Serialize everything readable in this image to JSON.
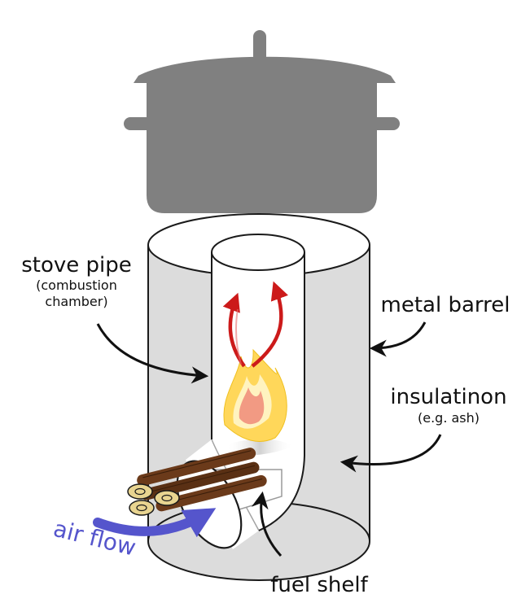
{
  "labels": {
    "stove_pipe": "stove pipe",
    "stove_pipe_sub_1": "(combustion",
    "stove_pipe_sub_2": "chamber)",
    "metal_barrel": "metal barrel",
    "insulation": "insulatinon",
    "insulation_sub": "(e.g. ash)",
    "air_flow": "air flow",
    "fuel_shelf": "fuel shelf"
  },
  "colors": {
    "pot": "#808080",
    "insulation_fill": "#dcdcdc",
    "pipe_fill": "#ffffff",
    "outline": "#1a1a1a",
    "hot_arrow": "#cc1a1a",
    "air_arrow": "#5555cc",
    "flame_outer": "#ffd75a",
    "flame_inner": "#f08a78",
    "wood": "#6b3a1a",
    "wood_end": "#e8d490"
  },
  "icons": [
    "cooking-pot-icon",
    "flame-icon",
    "firewood-icon"
  ]
}
